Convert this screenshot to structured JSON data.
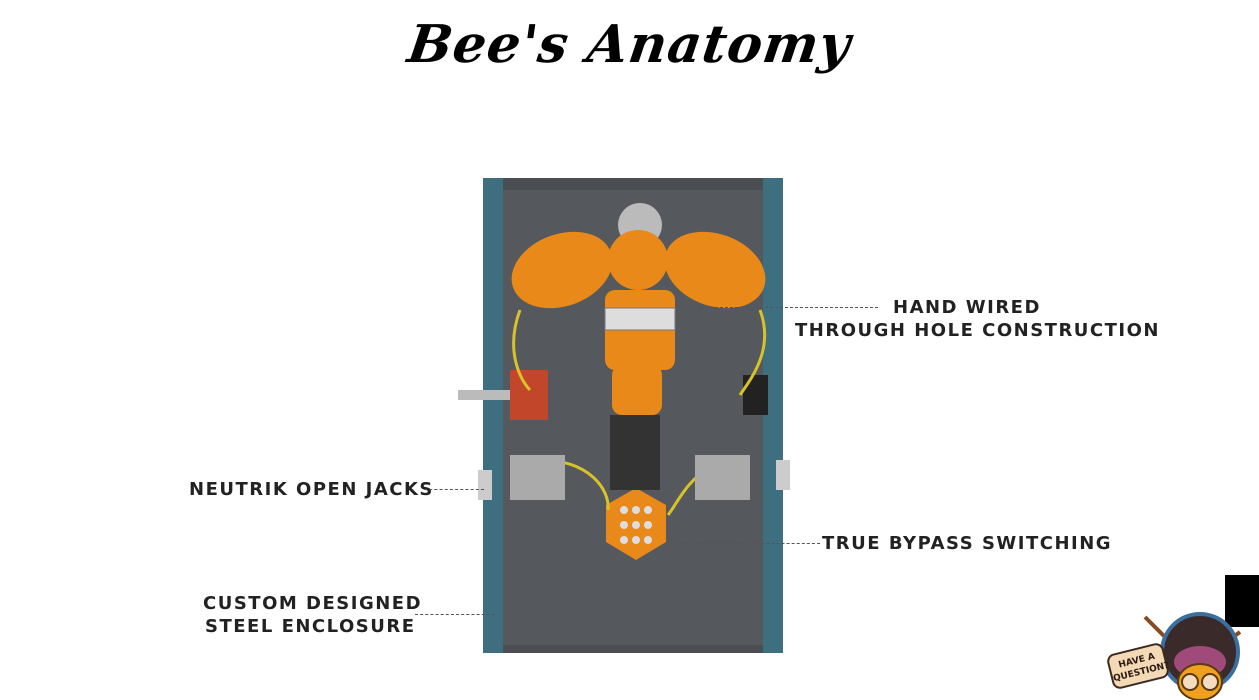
{
  "title": "Bee's Anatomy",
  "callouts": {
    "hand_wired": [
      "HAND  WIRED",
      "THROUGH HOLE CONSTRUCTION"
    ],
    "jacks": "NEUTRIK OPEN JACKS",
    "bypass": "TRUE BYPASS SWITCHING",
    "enclosure": [
      "CUSTOM DESIGNED",
      "STEEL ENCLOSURE"
    ]
  },
  "help_widget": {
    "text_line1": "HAVE A",
    "text_line2": "QUESTION?"
  },
  "colors": {
    "pcb": "#e8891a",
    "enclosure": "#4a4d52",
    "wire": "#d8c22a",
    "edge": "#3a8fb0"
  }
}
